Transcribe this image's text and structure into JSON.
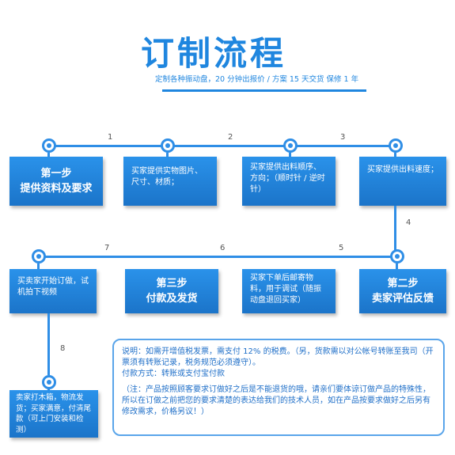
{
  "header": {
    "title": "订制流程",
    "subtitle": "定制各种振动盘，20 分钟出报价 / 方案 15 天交货 保修 1 年"
  },
  "flow_numbers": [
    "1",
    "2",
    "3",
    "4",
    "5",
    "6",
    "7",
    "8"
  ],
  "steps": {
    "step1": {
      "line1": "第一步",
      "line2": "提供资料及要求"
    },
    "buyer_sample": "买家提供实物图片、尺寸、材质；",
    "buyer_direction": "买家提供出料顺序、方向；（顺时针 / 逆时针）",
    "buyer_speed": "买家提供出料速度；",
    "step2": {
      "line1": "第二步",
      "line2": "卖家评估反馈"
    },
    "buyer_order": "买家下单后邮寄物料，用于调试（随振动盘退回买家）",
    "step3": {
      "line1": "第三步",
      "line2": "付款及发货"
    },
    "seller_video": "买卖家开始订做，试机拍下视频",
    "seller_ship": "卖家打木箱，物流发货；买家满意，付清尾款（可上门安装和检测）"
  },
  "note": {
    "line1": "说明：如需开增值税发票，需支付 12% 的税费。（另，货款需以对公帐号转账至我司（开票须有转账记录，税务规范必须遵守）。",
    "line2": "付款方式：转账或支付宝付款",
    "line3": "（注：产品按照顾客要求订做好之后是不能退货的哦，请亲们要体谅订做产品的特殊性，所以在订做之前把您的要求清楚的表达给我们的技术人员，如在产品按要求做好之后另有修改需求，价格另议！）"
  },
  "colors": {
    "primary": "#1f86df",
    "box": "#2384dc",
    "line": "#2f8ee6"
  }
}
